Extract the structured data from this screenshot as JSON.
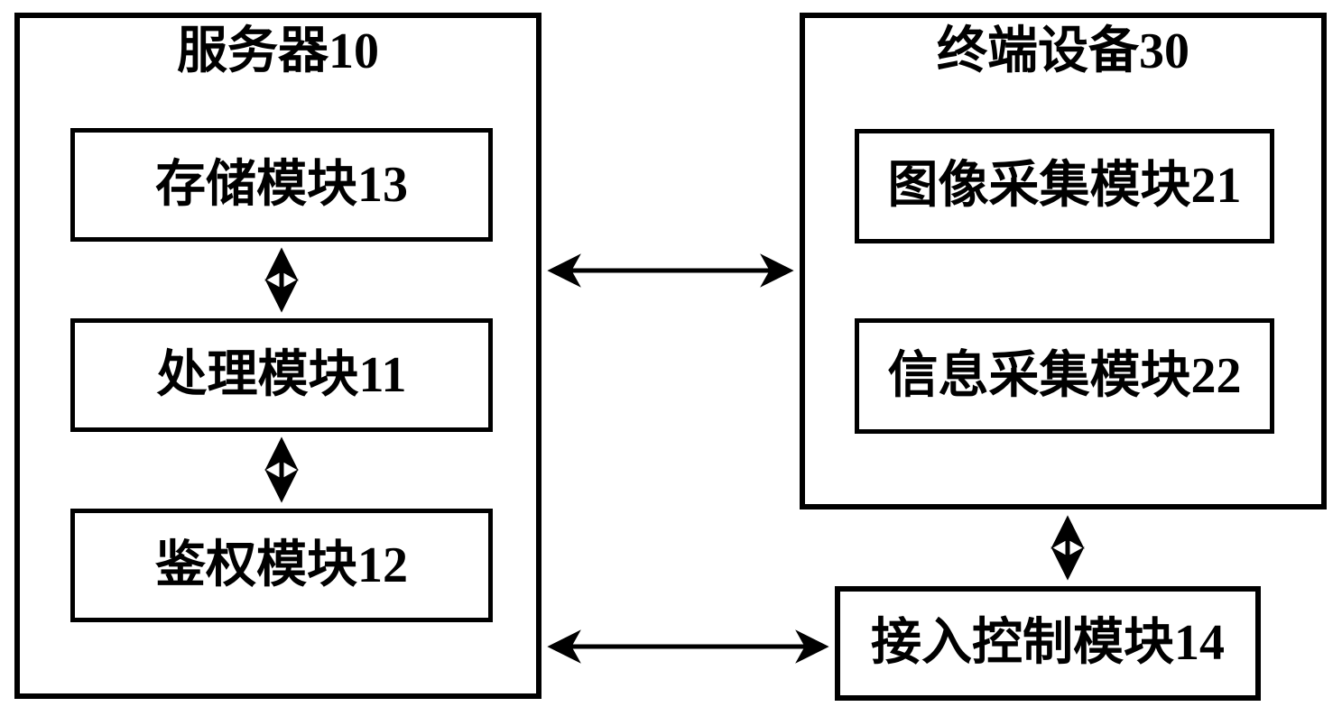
{
  "figure": {
    "background_color": "#ffffff",
    "line_color": "#000000",
    "type": "block-diagram"
  },
  "server": {
    "title": "服务器10",
    "modules": [
      "存储模块13",
      "处理模块11",
      "鉴权模块12"
    ]
  },
  "terminal": {
    "title": "终端设备30",
    "modules": [
      "图像采集模块21",
      "信息采集模块22"
    ]
  },
  "access_module": {
    "label": "接入控制模块14"
  },
  "connections": [
    {
      "from": "存储模块13",
      "to": "处理模块11",
      "type": "bidirectional"
    },
    {
      "from": "处理模块11",
      "to": "鉴权模块12",
      "type": "bidirectional"
    },
    {
      "from": "服务器10",
      "to": "终端设备30",
      "type": "bidirectional"
    },
    {
      "from": "服务器10",
      "to": "接入控制模块14",
      "type": "bidirectional"
    },
    {
      "from": "终端设备30",
      "to": "接入控制模块14",
      "type": "bidirectional"
    }
  ]
}
